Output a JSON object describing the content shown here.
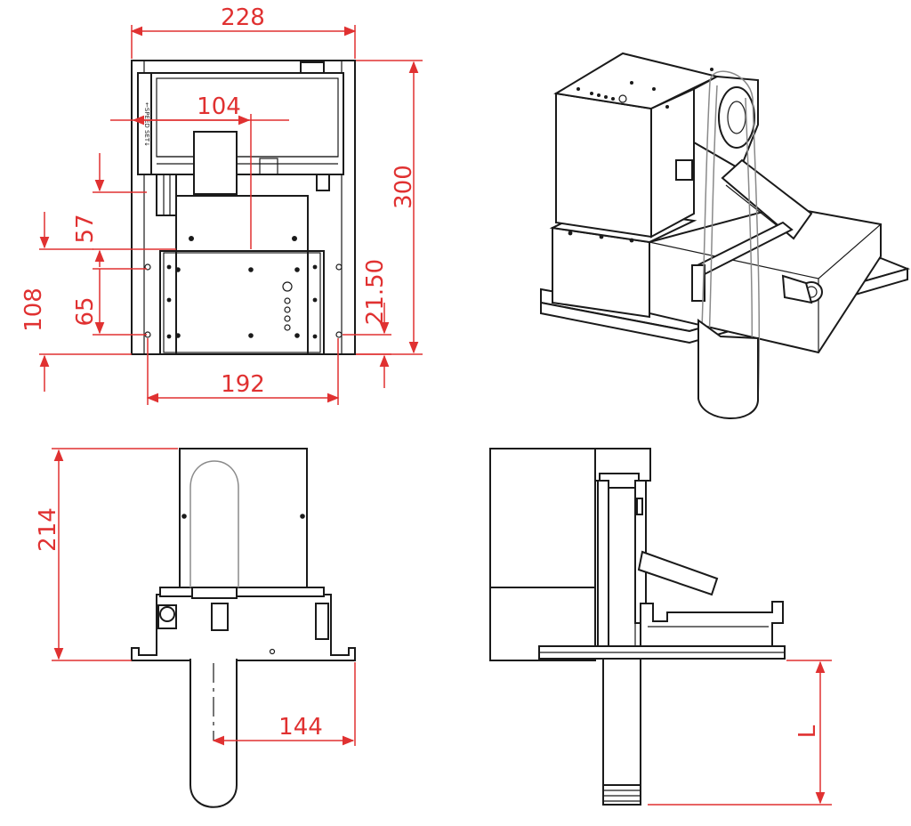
{
  "dimensions": {
    "top_width": "228",
    "inner_offset": "104",
    "total_height": "300",
    "v57": "57",
    "v65": "65",
    "v108": "108",
    "v21_50": "21.50",
    "bottom_width": "192",
    "front_height": "214",
    "tube_offset": "144",
    "belt_length": "L"
  },
  "plate_label": "←SPEED SET↓",
  "colors": {
    "dimension": "#e03131",
    "outline": "#1a1a1a",
    "belt": "#8a8a8a",
    "background": "#ffffff"
  }
}
